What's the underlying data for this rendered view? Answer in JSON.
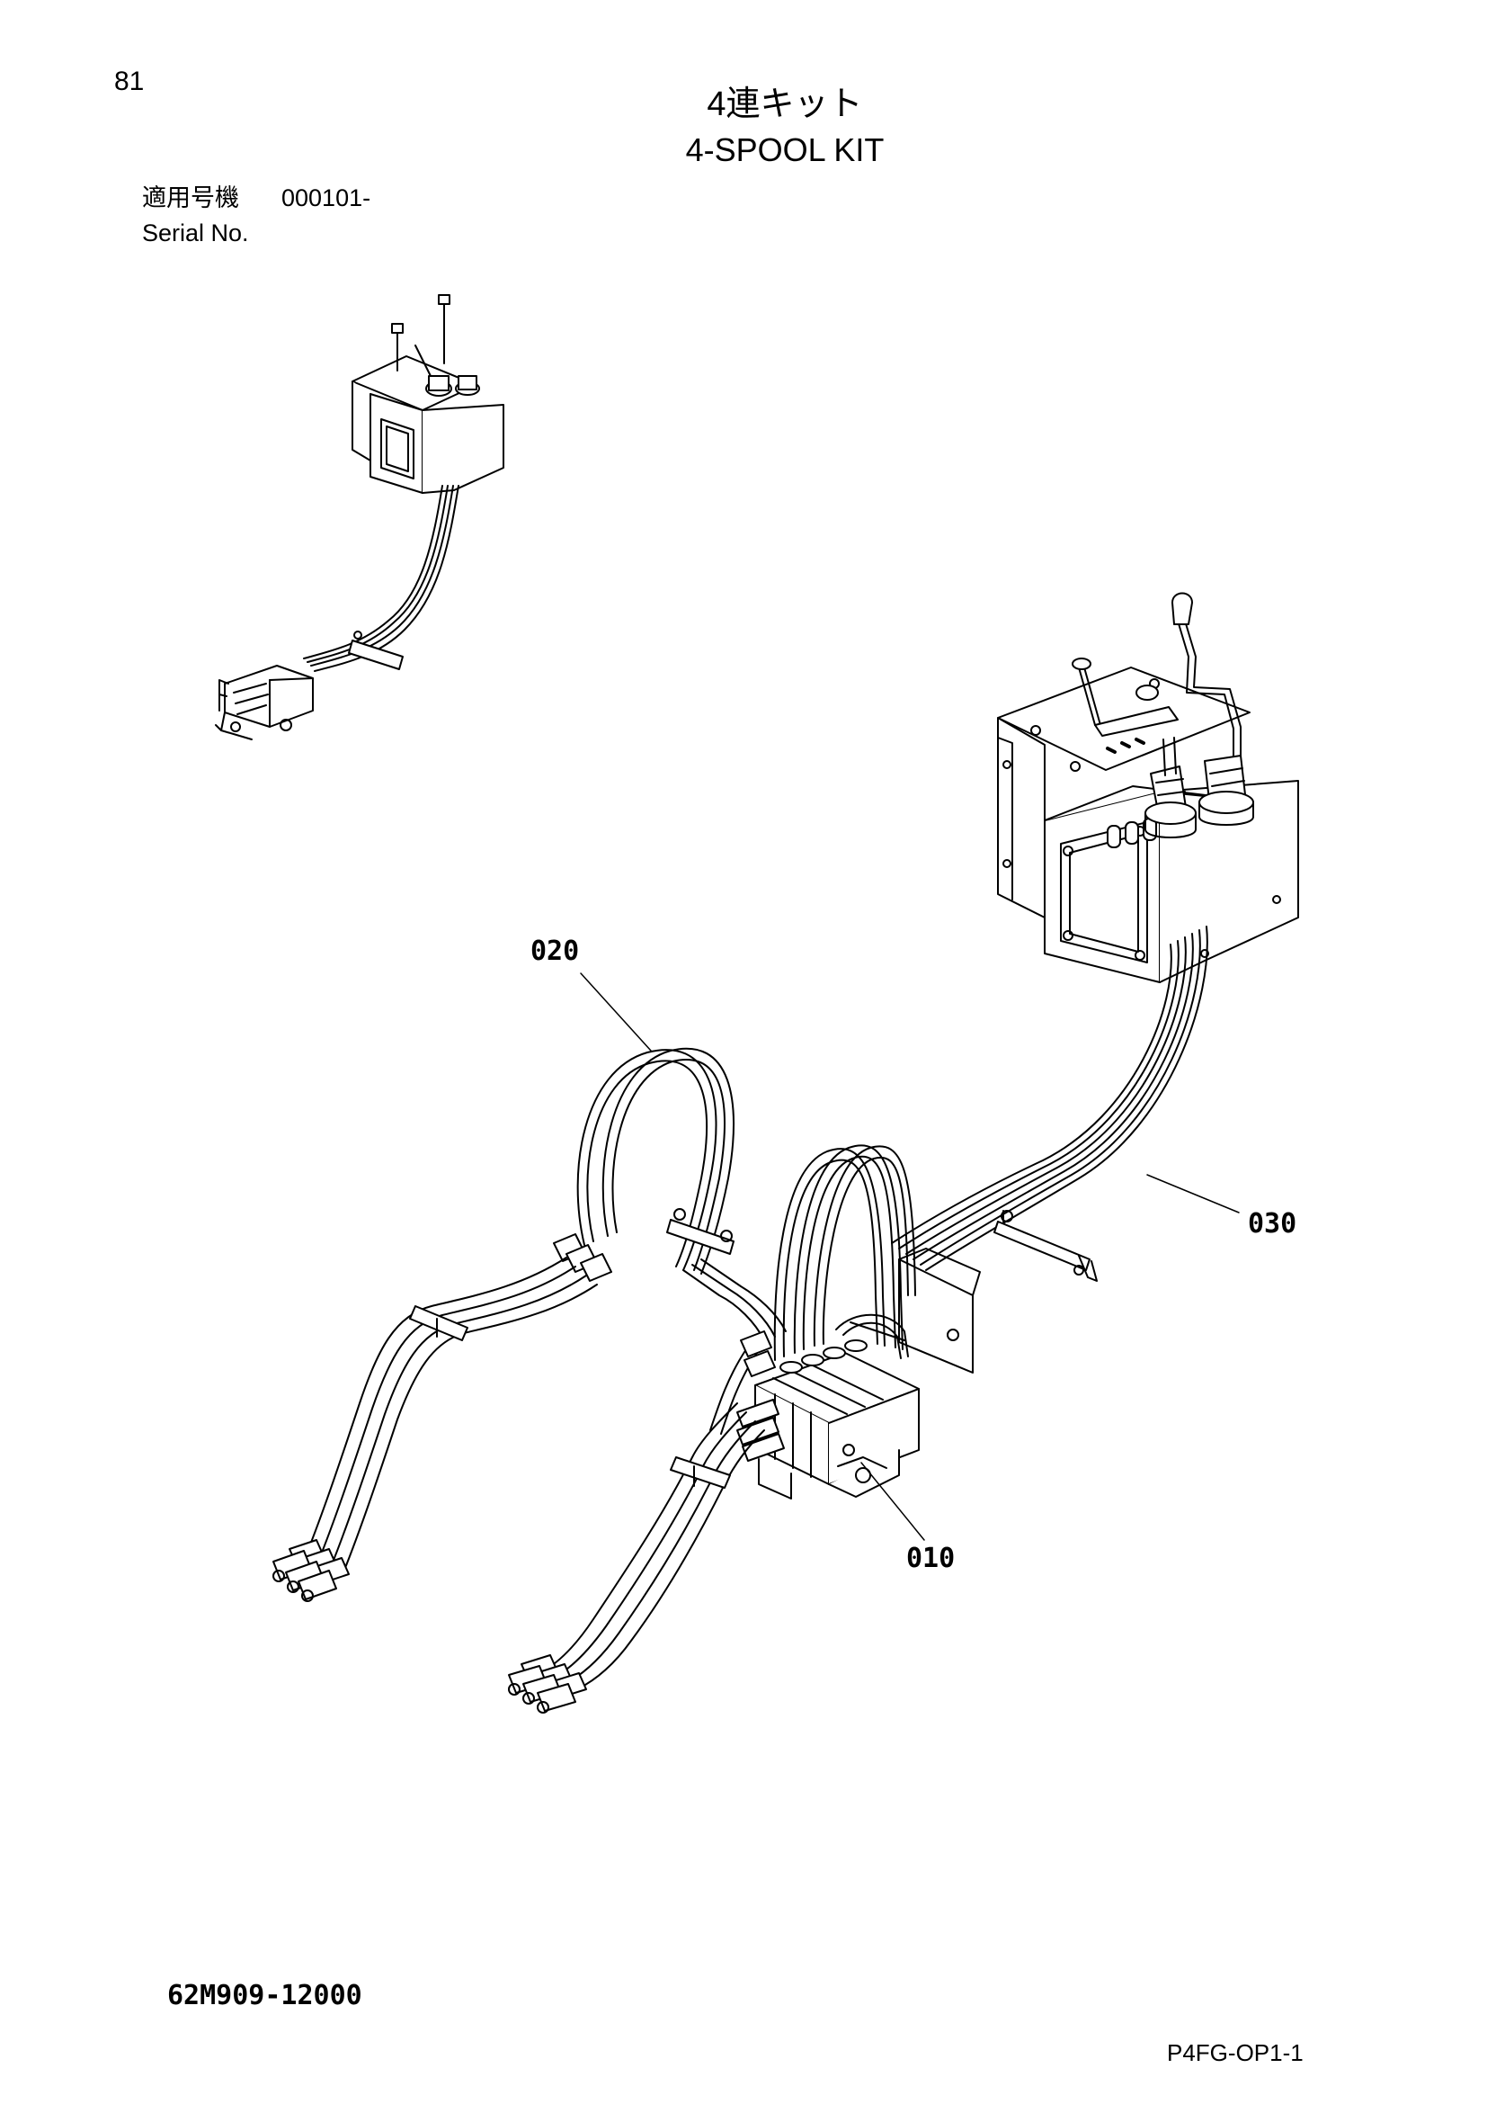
{
  "page": {
    "page_number": "81",
    "title_jp": "4連キット",
    "title_en": "4-SPOOL KIT",
    "serial_label_jp": "適用号機",
    "serial_value": "000101-",
    "serial_label_en": "Serial No.",
    "drawing_number": "62M909-12000",
    "sheet_code": "P4FG-OP1-1"
  },
  "callouts": [
    {
      "id": "020",
      "label": "020"
    },
    {
      "id": "030",
      "label": "030"
    },
    {
      "id": "010",
      "label": "010"
    }
  ],
  "colors": {
    "line": "#000000",
    "fill": "#ffffff"
  }
}
